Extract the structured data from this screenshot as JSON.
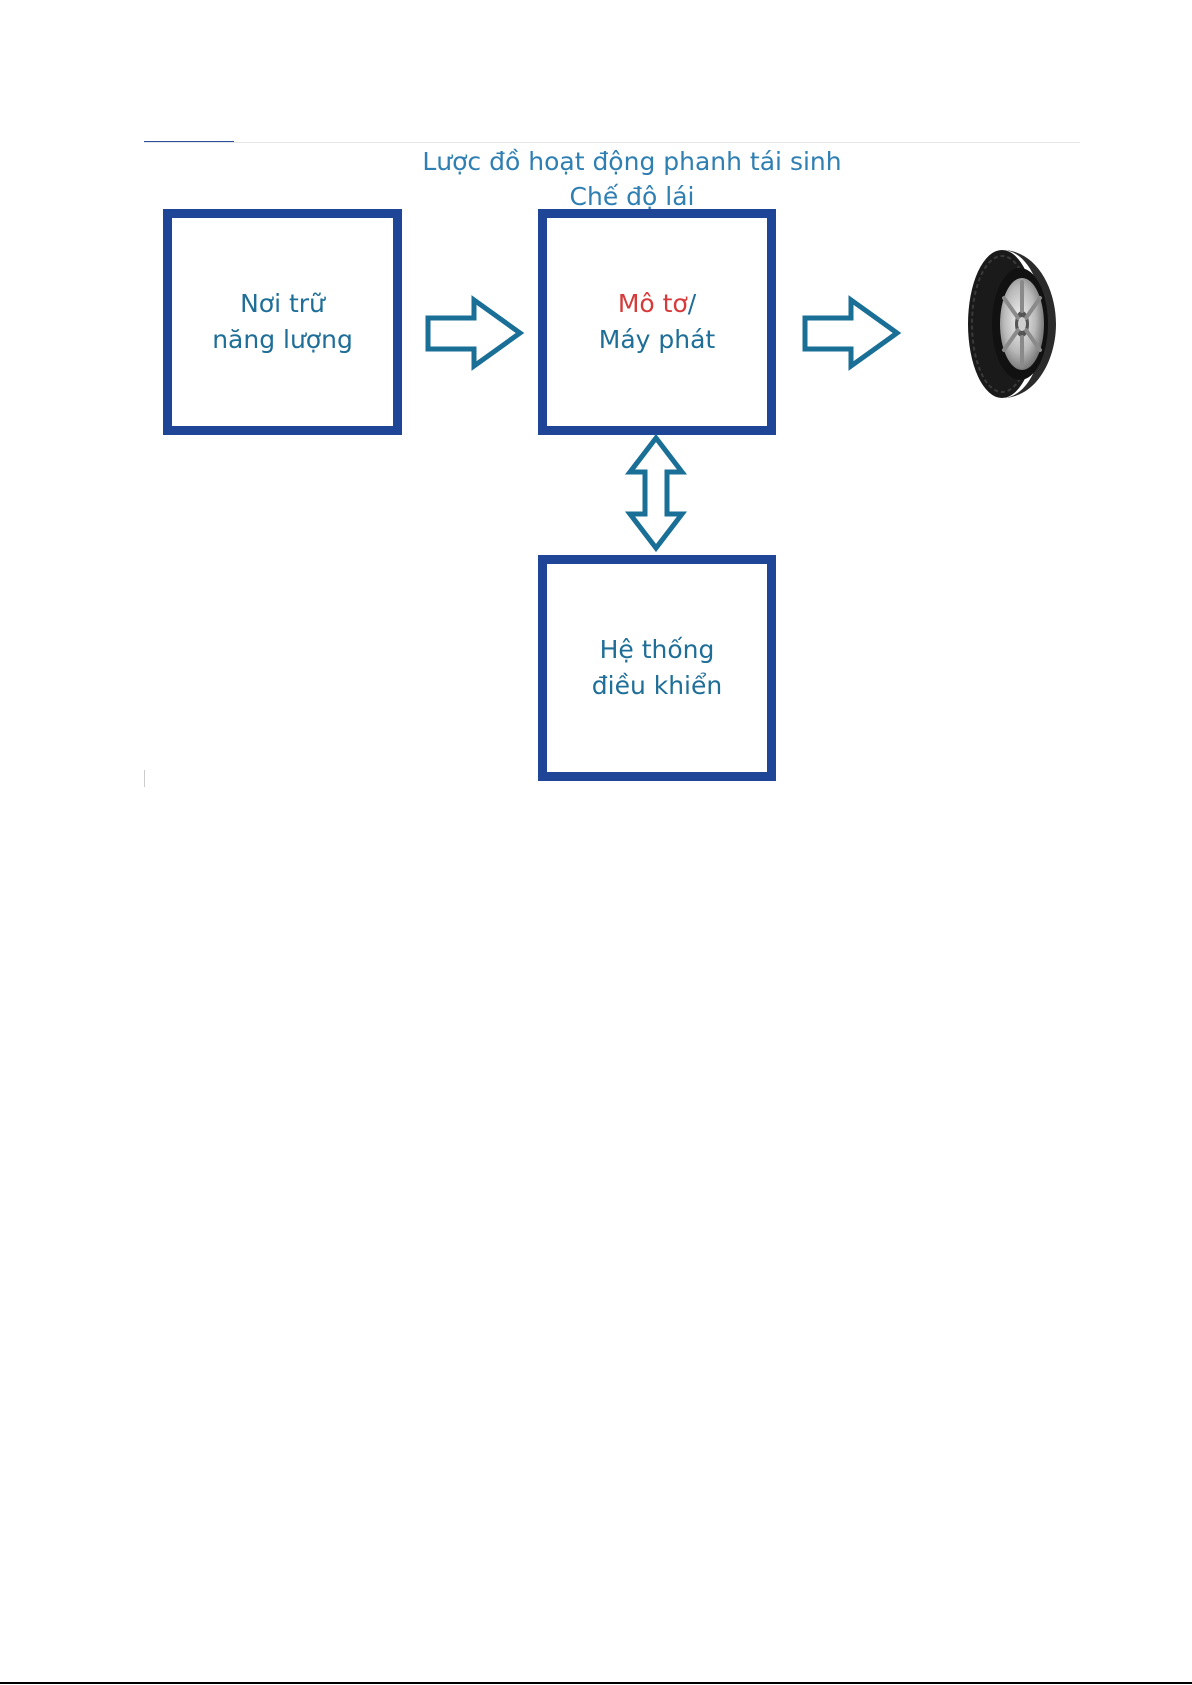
{
  "diagram": {
    "title": "Lược đồ hoạt động phanh tái sinh",
    "subtitle": "Chế độ lái",
    "nodes": {
      "storage": {
        "line1": "Nơi trữ",
        "line2": "năng lượng"
      },
      "motor": {
        "line1_accent": "Mô tơ",
        "line1_rest": "/",
        "line2": "Máy phát"
      },
      "control": {
        "line1": "Hệ thống",
        "line2": "điều khiển"
      },
      "wheel": {
        "icon": "tire-icon"
      }
    },
    "edges": [
      {
        "from": "storage",
        "to": "motor",
        "direction": "one-way"
      },
      {
        "from": "motor",
        "to": "wheel",
        "direction": "one-way"
      },
      {
        "from": "motor",
        "to": "control",
        "direction": "two-way"
      }
    ],
    "colors": {
      "box_border": "#1e4596",
      "text": "#1f6e98",
      "title": "#2f7fb2",
      "accent": "#d63a3a",
      "arrow": "#1a6f97"
    }
  }
}
